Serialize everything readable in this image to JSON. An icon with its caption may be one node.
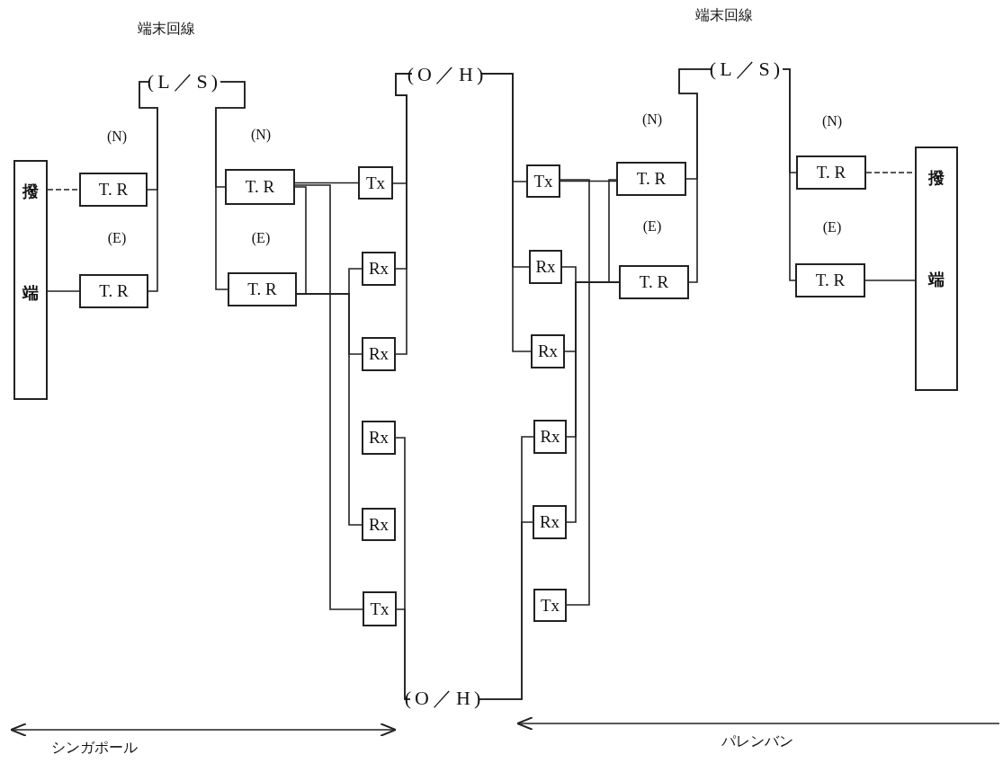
{
  "diagram": {
    "nodes": [
      {
        "text": [
          "撥",
          "端"
        ]
      },
      {
        "text": [
          "T. R"
        ]
      },
      {
        "text": [
          "T. R"
        ]
      },
      {
        "text": [
          "(L／S)"
        ]
      },
      {
        "text": [
          "T. R"
        ]
      },
      {
        "text": [
          "T. R"
        ]
      },
      {
        "text": [
          "Tx"
        ]
      },
      {
        "text": [
          "Rx"
        ]
      },
      {
        "text": [
          "Rx"
        ]
      },
      {
        "text": [
          "Rx"
        ]
      },
      {
        "text": [
          "Rx"
        ]
      },
      {
        "text": [
          "Tx"
        ]
      },
      {
        "text": [
          "(O／H)"
        ]
      },
      {
        "text": [
          "(O／H)"
        ]
      },
      {
        "text": [
          "Tx"
        ]
      },
      {
        "text": [
          "Rx"
        ]
      },
      {
        "text": [
          "Rx"
        ]
      },
      {
        "text": [
          "Rx"
        ]
      },
      {
        "text": [
          "Rx"
        ]
      },
      {
        "text": [
          "Tx"
        ]
      },
      {
        "text": [
          "T. R"
        ]
      },
      {
        "text": [
          "T. R"
        ]
      },
      {
        "text": [
          "(L／S)"
        ]
      },
      {
        "text": [
          "T. R"
        ]
      },
      {
        "text": [
          "T. R"
        ]
      },
      {
        "text": [
          "撥",
          "端"
        ]
      }
    ],
    "edges": [
      {
        "from": 0,
        "to": 1,
        "arrow": "none",
        "style": "dashed"
      },
      {
        "from": 0,
        "to": 2,
        "arrow": "none"
      },
      {
        "from": 1,
        "to": 3,
        "arrow": "none"
      },
      {
        "from": 2,
        "to": 3,
        "arrow": "none"
      },
      {
        "from": 3,
        "to": 4,
        "arrow": "none"
      },
      {
        "from": 3,
        "to": 5,
        "arrow": "none"
      },
      {
        "from": 4,
        "to": 5,
        "arrow": "none"
      },
      {
        "from": 4,
        "to": 6,
        "arrow": "none"
      },
      {
        "from": 4,
        "to": 11,
        "arrow": "none"
      },
      {
        "from": 5,
        "to": 7,
        "arrow": "none"
      },
      {
        "from": 5,
        "to": 8,
        "arrow": "none"
      },
      {
        "from": 5,
        "to": 10,
        "arrow": "none"
      },
      {
        "from": 12,
        "to": 6,
        "arrow": "none"
      },
      {
        "from": 12,
        "to": 7,
        "arrow": "none"
      },
      {
        "from": 12,
        "to": 8,
        "arrow": "none"
      },
      {
        "from": 13,
        "to": 9,
        "arrow": "none"
      },
      {
        "from": 13,
        "to": 11,
        "arrow": "none"
      },
      {
        "from": 12,
        "to": 14,
        "arrow": "none"
      },
      {
        "from": 12,
        "to": 15,
        "arrow": "none"
      },
      {
        "from": 12,
        "to": 16,
        "arrow": "none"
      },
      {
        "from": 13,
        "to": 17,
        "arrow": "none"
      },
      {
        "from": 13,
        "to": 18,
        "arrow": "none"
      },
      {
        "from": 14,
        "to": 20,
        "arrow": "none"
      },
      {
        "from": 14,
        "to": 19,
        "arrow": "none"
      },
      {
        "from": 20,
        "to": 21,
        "arrow": "none"
      },
      {
        "from": 15,
        "to": 21,
        "arrow": "none"
      },
      {
        "from": 16,
        "to": 21,
        "arrow": "none"
      },
      {
        "from": 17,
        "to": 21,
        "arrow": "none"
      },
      {
        "from": 18,
        "to": 21,
        "arrow": "none"
      },
      {
        "from": 20,
        "to": 22,
        "arrow": "none"
      },
      {
        "from": 21,
        "to": 22,
        "arrow": "none"
      },
      {
        "from": 22,
        "to": 23,
        "arrow": "none"
      },
      {
        "from": 22,
        "to": 24,
        "arrow": "none"
      },
      {
        "from": 23,
        "to": 25,
        "arrow": "none",
        "style": "dashed"
      },
      {
        "from": 24,
        "to": 25,
        "arrow": "none"
      }
    ],
    "labels": [
      "端末回線",
      "端末回線",
      "(N)",
      "(N)",
      "(N)",
      "(N)",
      "(E)",
      "(E)",
      "(E)",
      "(E)",
      "シンガポール",
      "パレンバン"
    ]
  }
}
